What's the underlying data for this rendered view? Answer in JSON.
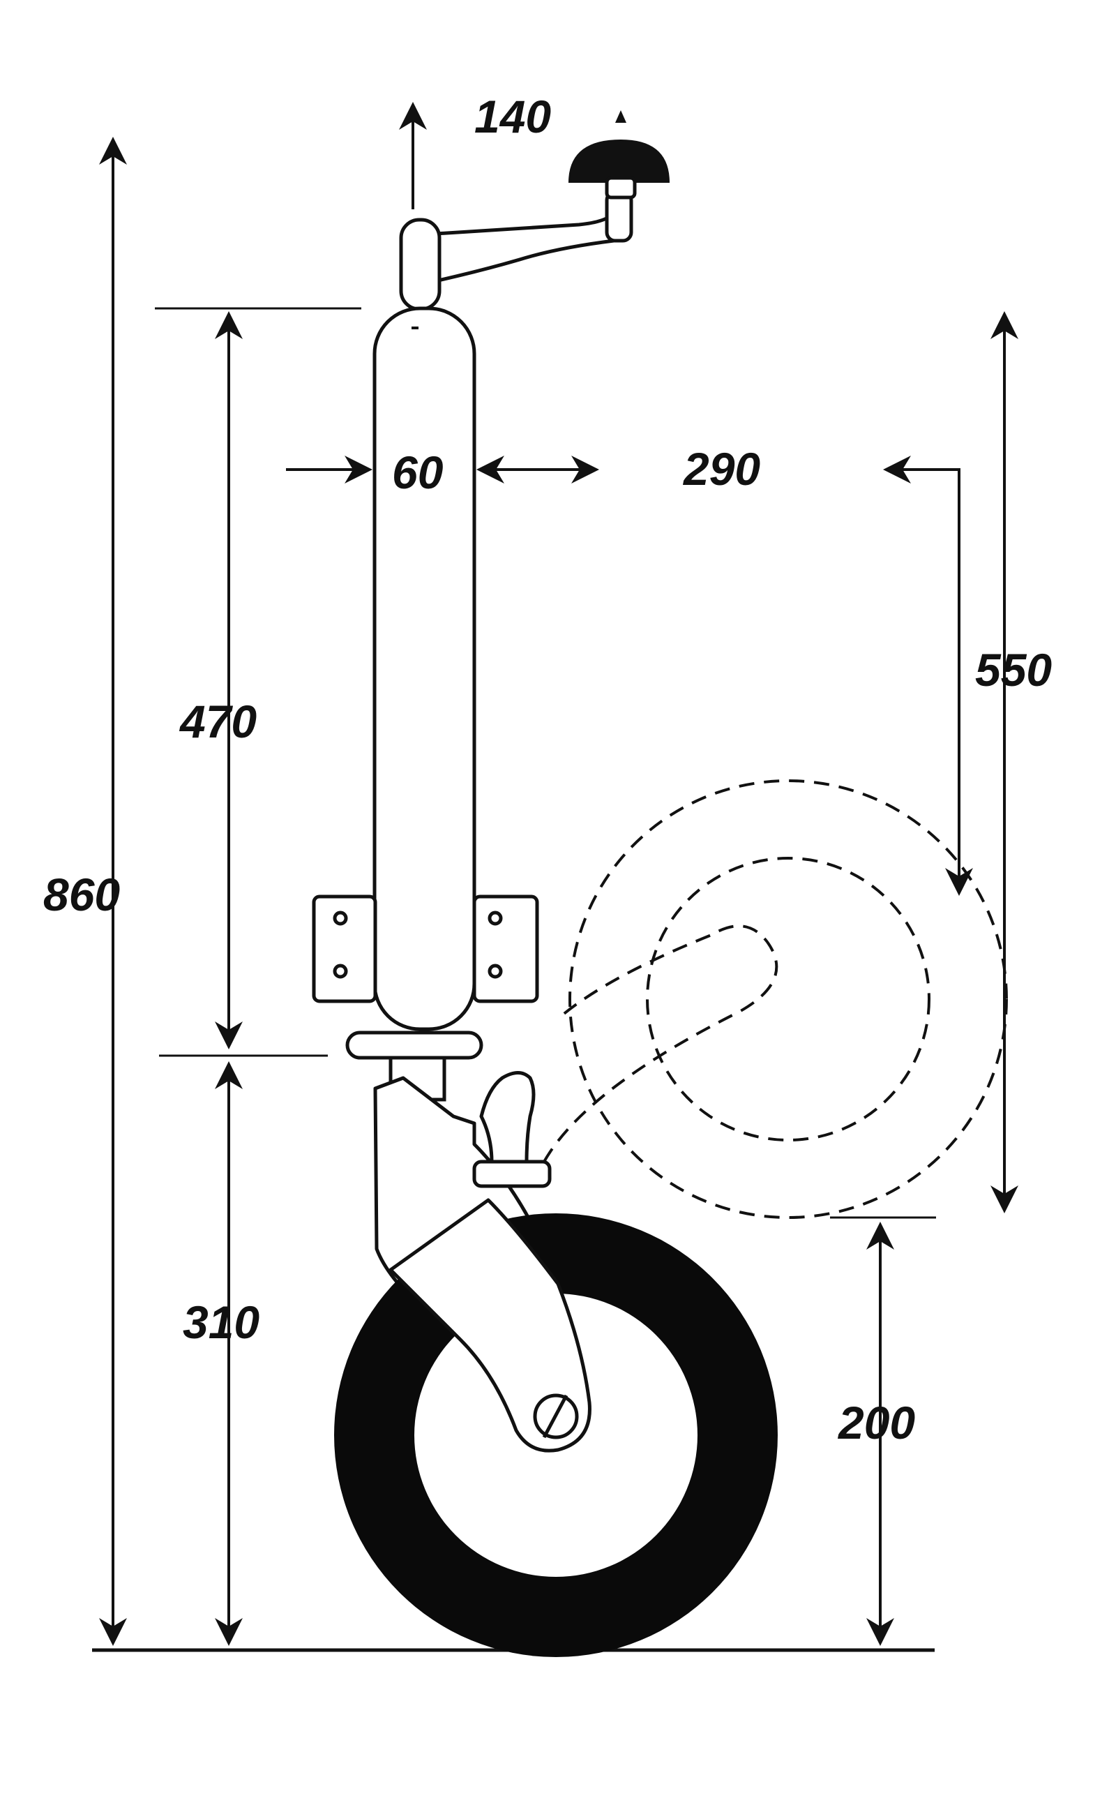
{
  "colors": {
    "line": "#111111",
    "tyre": "#0a0a0a",
    "background": "#ffffff"
  },
  "dimensions": {
    "handle_rise": "140",
    "tube_width": "60",
    "handle_reach": "290",
    "clamp_to_top": "470",
    "overall_height": "860",
    "stroke_travel": "550",
    "clamp_to_ground": "310",
    "raised_clearance": "200"
  }
}
